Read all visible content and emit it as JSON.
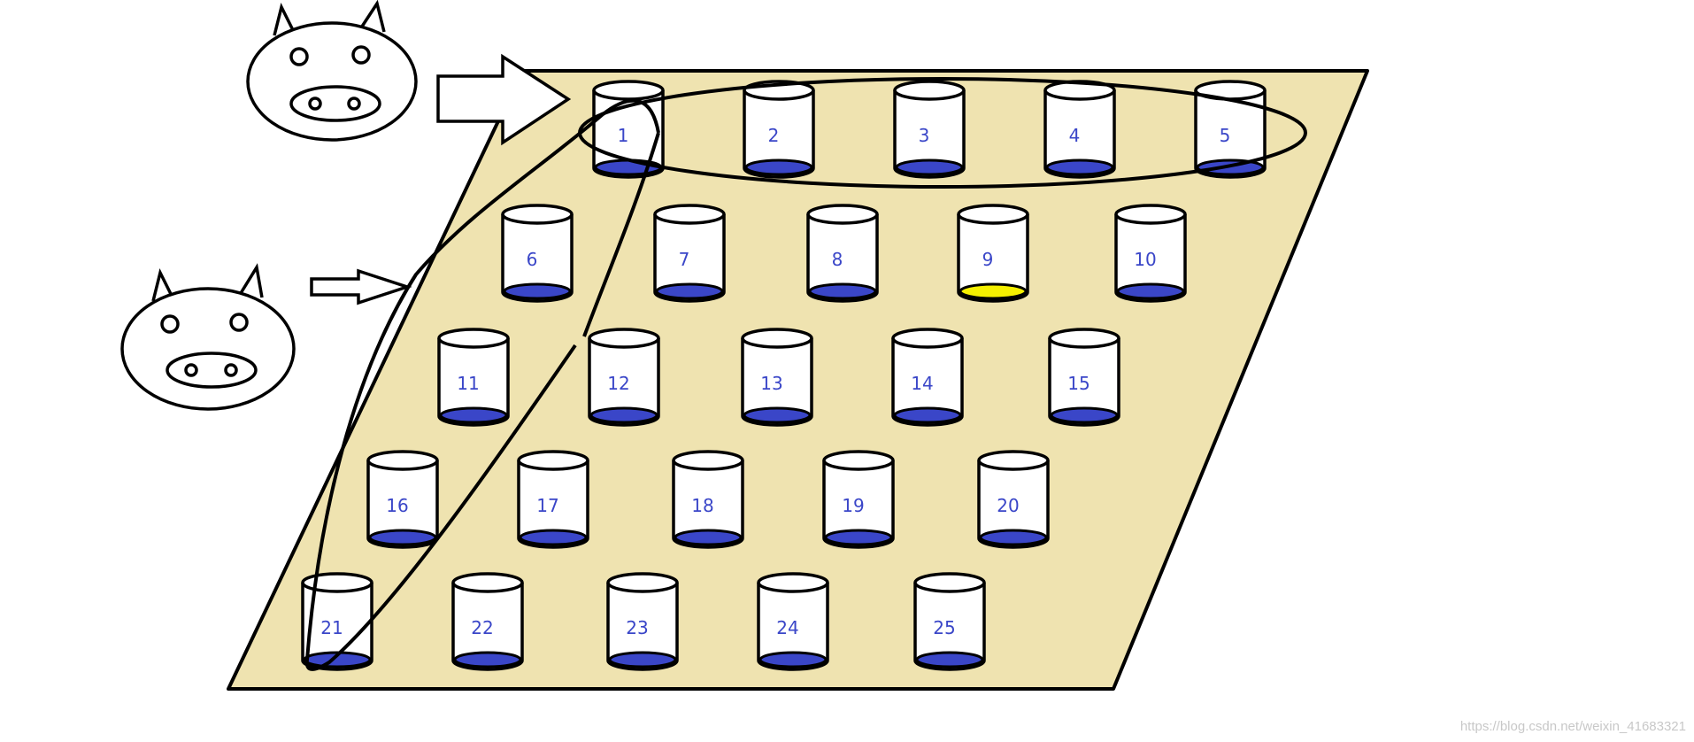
{
  "diagram": {
    "buckets": [
      {
        "label": "1"
      },
      {
        "label": "2"
      },
      {
        "label": "3"
      },
      {
        "label": "4"
      },
      {
        "label": "5"
      },
      {
        "label": "6"
      },
      {
        "label": "7"
      },
      {
        "label": "8"
      },
      {
        "label": "9",
        "highlight": true
      },
      {
        "label": "10"
      },
      {
        "label": "11"
      },
      {
        "label": "12"
      },
      {
        "label": "13"
      },
      {
        "label": "14"
      },
      {
        "label": "15"
      },
      {
        "label": "16"
      },
      {
        "label": "17"
      },
      {
        "label": "18"
      },
      {
        "label": "19"
      },
      {
        "label": "20"
      },
      {
        "label": "21"
      },
      {
        "label": "22"
      },
      {
        "label": "23"
      },
      {
        "label": "24"
      },
      {
        "label": "25"
      }
    ],
    "watermark": "https://blog.csdn.net/weixin_41683321",
    "colors": {
      "board": "#efe3b0",
      "stroke": "#000000",
      "water": "#3a46c8",
      "highlight_water": "#f5f000",
      "label": "#3a46c8"
    },
    "icons": [
      "pig-head-icon",
      "arrow-icon"
    ]
  }
}
